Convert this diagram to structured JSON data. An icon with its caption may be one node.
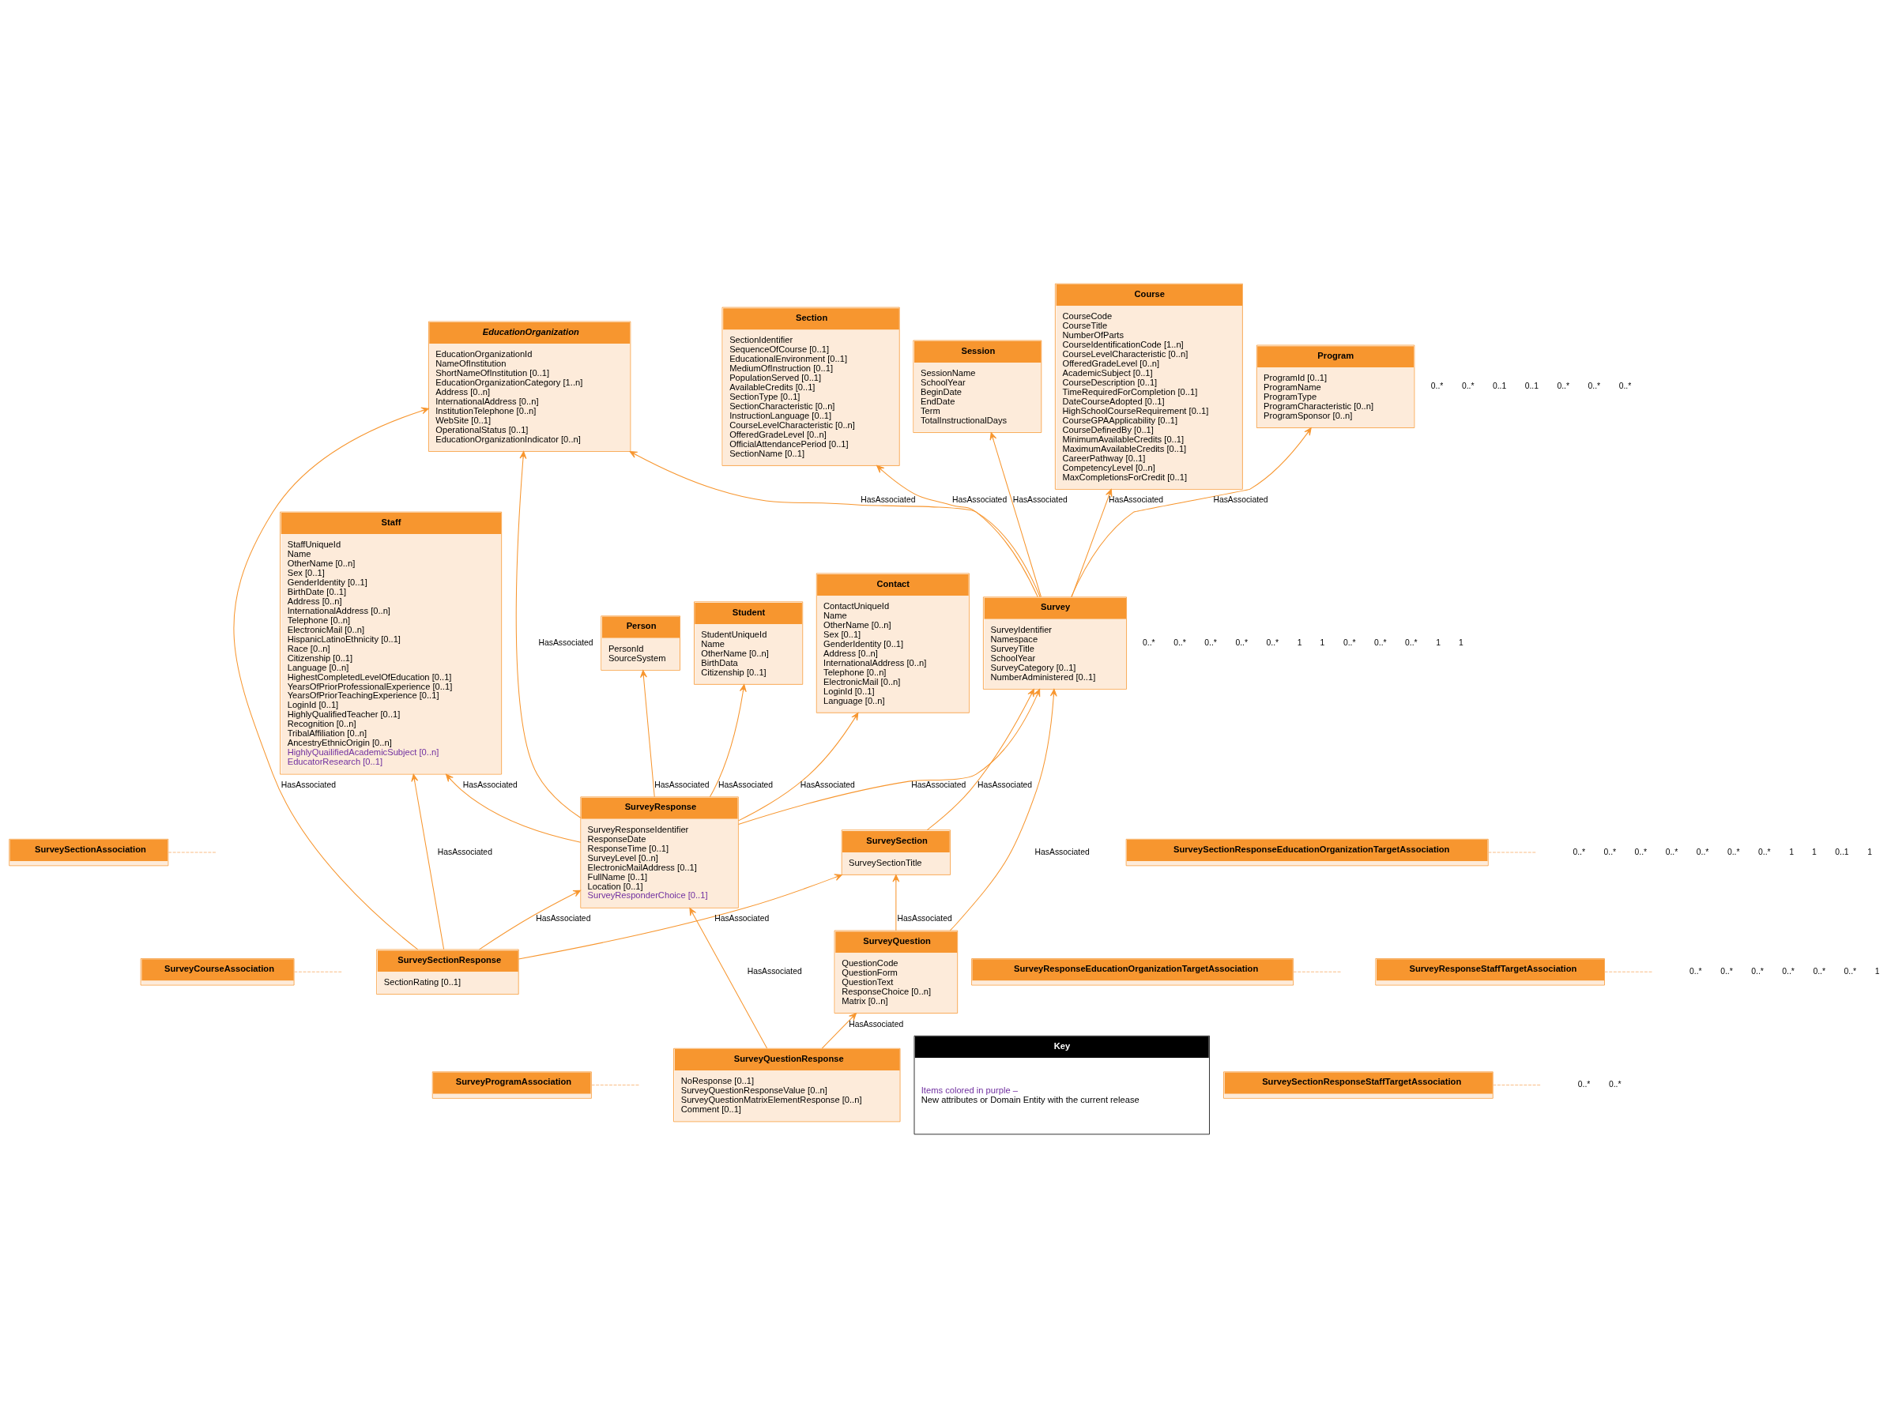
{
  "diagram": {
    "nodes": [
      {
        "text": [
          "SurveyCourseAssociation"
        ]
      },
      {
        "text": [
          "SurveyProgramAssociation"
        ]
      },
      {
        "text": [
          "SurveySectionAssociation"
        ]
      },
      {
        "text": [
          "Course",
          "CourseCode",
          "CourseTitle",
          "NumberOfParts",
          "CourseIdentificationCode [1..n]",
          "CourseLevelCharacteristic [0..n]",
          "OfferedGradeLevel [0..n]",
          "AcademicSubject [0..1]",
          "CourseDescription [0..1]",
          "TimeRequiredForCompletion [0..1]",
          "DateCourseAdopted [0..1]",
          "HighSchoolCourseRequirement [0..1]",
          "CourseGPAApplicability [0..1]",
          "CourseDefinedBy [0..1]",
          "MinimumAvailableCredits [0..1]",
          "MaximumAvailableCredits [0..1]",
          "CareerPathway [0..1]",
          "CompetencyLevel [0..n]",
          "MaxCompletionsForCredit [0..1]"
        ]
      },
      {
        "text": [
          "Program",
          "ProgramId [0..1]",
          "ProgramName",
          "ProgramType",
          "ProgramCharacteristic [0..n]",
          "ProgramSponsor [0..n]"
        ]
      },
      {
        "text": [
          "Section",
          "SectionIdentifier",
          "SequenceOfCourse [0..1]",
          "EducationalEnvironment [0..1]",
          "MediumOfInstruction [0..1]",
          "PopulationServed [0..1]",
          "AvailableCredits [0..1]",
          "SectionType [0..1]",
          "SectionCharacteristic [0..n]",
          "InstructionLanguage [0..1]",
          "CourseLevelCharacteristic [0..n]",
          "OfferedGradeLevel [0..n]",
          "OfficialAttendancePeriod [0..1]",
          "SectionName [0..1]"
        ]
      },
      {
        "text": [
          "Person",
          "PersonId",
          "SourceSystem"
        ]
      },
      {
        "text": [
          "Session",
          "SessionName",
          "SchoolYear",
          "BeginDate",
          "EndDate",
          "Term",
          "TotalInstructionalDays"
        ]
      },
      {
        "text": [
          "Survey",
          "SurveyIdentifier",
          "Namespace",
          "SurveyTitle",
          "SchoolYear",
          "SurveyCategory [0..1]",
          "NumberAdministered [0..1]"
        ]
      },
      {
        "text": [
          "SurveyResponse",
          "SurveyResponseIdentifier",
          "ResponseDate",
          "ResponseTime [0..1]",
          "SurveyLevel [0..n]",
          "ElectronicMailAddress [0..1]",
          "FullName [0..1]",
          "Location [0..1]",
          "SurveyResponderChoice [0..1]"
        ]
      },
      {
        "text": [
          "Student",
          "StudentUniqueId",
          "Name",
          "OtherName [0..n]",
          "BirthData",
          "Citizenship [0..1]"
        ]
      },
      {
        "text": [
          "Contact",
          "ContactUniqueId",
          "Name",
          "OtherName [0..n]",
          "Sex [0..1]",
          "GenderIdentity [0..1]",
          "Address [0..n]",
          "InternationalAddress [0..n]",
          "Telephone [0..n]",
          "ElectronicMail [0..n]",
          "LoginId [0..1]",
          "Language [0..n]"
        ]
      },
      {
        "text": [
          "EducationOrganization",
          "EducationOrganizationId",
          "NameOfInstitution",
          "ShortNameOfInstitution [0..1]",
          "EducationOrganizationCategory [1..n]",
          "Address [0..n]",
          "InternationalAddress [0..n]",
          "InstitutionTelephone [0..n]",
          "WebSite [0..1]",
          "OperationalStatus [0..1]",
          "EducationOrganizationIndicator [0..n]"
        ]
      },
      {
        "text": [
          "SurveySection",
          "SurveySectionTitle"
        ]
      },
      {
        "text": [
          "SurveySectionResponse",
          "SectionRating [0..1]"
        ]
      },
      {
        "text": [
          "SurveyQuestion",
          "QuestionCode",
          "QuestionForm",
          "QuestionText",
          "ResponseChoice [0..n]",
          "Matrix [0..n]"
        ]
      },
      {
        "text": [
          "SurveyQuestionResponse",
          "NoResponse [0..1]",
          "SurveyQuestionResponseValue [0..n]",
          "SurveyQuestionMatrixElementResponse [0..n]",
          "Comment [0..1]"
        ]
      },
      {
        "text": [
          "Staff",
          "StaffUniqueId",
          "Name",
          "OtherName [0..n]",
          "Sex [0..1]",
          "GenderIdentity [0..1]",
          "BirthDate [0..1]",
          "Address [0..n]",
          "InternationalAddress [0..n]",
          "Telephone [0..n]",
          "ElectronicMail [0..n]",
          "HispanicLatinoEthnicity [0..1]",
          "Race [0..n]",
          "Citizenship [0..1]",
          "Language [0..n]",
          "HighestCompletedLevelOfEducation [0..1]",
          "YearsOfPriorProfessionalExperience [0..1]",
          "YearsOfPriorTeachingExperience [0..1]",
          "LoginId [0..1]",
          "HighlyQualifiedTeacher [0..1]",
          "Recognition [0..n]",
          "TribalAffiliation [0..n]",
          "AncestryEthnicOrigin [0..n]",
          "HighlyQuailifiedAcademicSubject [0..n]",
          "EducatorResearch [0..1]"
        ]
      },
      {
        "text": [
          "SurveySectionResponseEducationOrganizationTargetAssociation"
        ]
      },
      {
        "text": [
          "SurveyResponseEducationOrganizationTargetAssociation"
        ]
      },
      {
        "text": [
          "SurveyResponseStaffTargetAssociation"
        ]
      },
      {
        "text": [
          "Key",
          "Items colored in purple –",
          "New attributes or Domain Entity with the current release"
        ]
      },
      {
        "text": [
          "SurveySectionResponseStaffTargetAssociation"
        ]
      }
    ],
    "edges": [
      {
        "from": 8,
        "to": 3,
        "arrow": "to",
        "label": "HasAssociated"
      },
      {
        "from": 8,
        "to": 4,
        "arrow": "to",
        "label": "HasAssociated"
      },
      {
        "from": 8,
        "to": 7,
        "arrow": "to",
        "label": "HasAssociated"
      },
      {
        "from": 8,
        "to": 12,
        "arrow": "to",
        "label": "HasAssociated"
      },
      {
        "from": 8,
        "to": 5,
        "arrow": "to",
        "label": "HasAssociated"
      },
      {
        "from": 9,
        "to": 8,
        "arrow": "to",
        "label": "HasAssociated"
      },
      {
        "from": 9,
        "to": 6,
        "arrow": "to",
        "label": "HasAssociated"
      },
      {
        "from": 9,
        "to": 10,
        "arrow": "to",
        "label": "HasAssociated"
      },
      {
        "from": 9,
        "to": 11,
        "arrow": "to",
        "label": "HasAssociated"
      },
      {
        "from": 9,
        "to": 12,
        "arrow": "to",
        "label": "HasAssociated"
      },
      {
        "from": 9,
        "to": 17,
        "arrow": "to",
        "label": "HasAssociated"
      },
      {
        "from": 13,
        "to": 8,
        "arrow": "to",
        "label": "HasAssociated"
      },
      {
        "from": 14,
        "to": 13,
        "arrow": "to",
        "label": "HasAssociated"
      },
      {
        "from": 14,
        "to": 9,
        "arrow": "to",
        "label": "HasAssociated"
      },
      {
        "from": 14,
        "to": 12,
        "arrow": "to",
        "label": "HasAssociated"
      },
      {
        "from": 14,
        "to": 17,
        "arrow": "to",
        "label": "HasAssociated"
      },
      {
        "from": 15,
        "to": 13,
        "arrow": "to",
        "label": "HasAssociated"
      },
      {
        "from": 15,
        "to": 8,
        "arrow": "to",
        "label": "HasAssociated"
      },
      {
        "from": 16,
        "to": 15,
        "arrow": "to",
        "label": "HasAssociated"
      },
      {
        "from": 16,
        "to": 9,
        "arrow": "to",
        "label": "HasAssociated"
      },
      {
        "from": 0,
        "to": null,
        "arrow": "none",
        "style": "dashed",
        "color": "#f9bd85"
      },
      {
        "from": 1,
        "to": null,
        "arrow": "none",
        "style": "dashed",
        "color": "#f9bd85"
      },
      {
        "from": 2,
        "to": null,
        "arrow": "none",
        "style": "dashed",
        "color": "#f9bd85"
      },
      {
        "from": 18,
        "to": null,
        "arrow": "none",
        "style": "dashed",
        "color": "#f9bd85"
      },
      {
        "from": 19,
        "to": null,
        "arrow": "none",
        "style": "dashed",
        "color": "#f9bd85"
      },
      {
        "from": 20,
        "to": null,
        "arrow": "none",
        "style": "dashed",
        "color": "#f9bd85"
      },
      {
        "from": 22,
        "to": null,
        "arrow": "none",
        "style": "dashed",
        "color": "#f9bd85"
      }
    ],
    "labels": [
      "0..*",
      "0..*",
      "0..*",
      "0..*",
      "0..*",
      "0..1",
      "0..*",
      "0..1",
      "0..*",
      "0..*",
      "0..*",
      "1",
      "0..*",
      "1",
      "0..*",
      "0..*",
      "0..*",
      "0..*",
      "0..*",
      "0..*",
      "0..*",
      "0..*",
      "0..*",
      "1",
      "0..*",
      "1",
      "0..*",
      "1",
      "0..*",
      "0..*",
      "0..*",
      "0..*",
      "0..1",
      "0..*",
      "1",
      "0..*",
      "1",
      "0..*",
      "1"
    ]
  }
}
